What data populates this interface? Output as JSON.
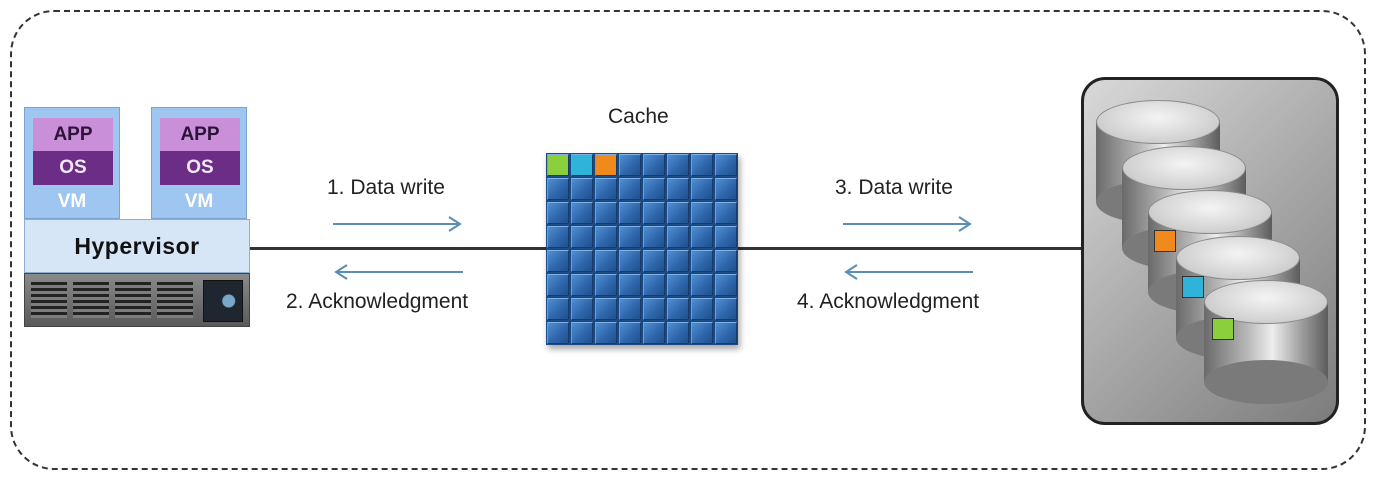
{
  "host": {
    "vms": [
      {
        "app": "APP",
        "os": "OS",
        "vm": "VM"
      },
      {
        "app": "APP",
        "os": "OS",
        "vm": "VM"
      }
    ],
    "hypervisor": "Hypervisor"
  },
  "cache": {
    "title": "Cache"
  },
  "flows": {
    "step1": "1. Data write",
    "step2": "2. Acknowledgment",
    "step3": "3. Data write",
    "step4": "4. Acknowledgment"
  },
  "colors": {
    "arrow": "#5b8db5",
    "block_green": "#8ccf3c",
    "block_cyan": "#2fb3d9",
    "block_orange": "#f08a1c"
  }
}
